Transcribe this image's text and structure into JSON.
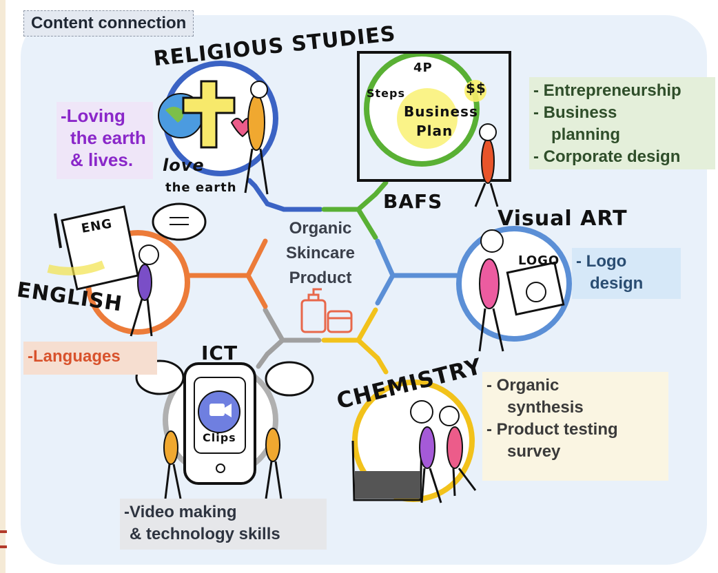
{
  "title": "Content connection",
  "center": {
    "lines": [
      "Organic",
      "Skincare",
      "Product"
    ]
  },
  "subjects": {
    "religious": {
      "label": "RELIGIOUS STUDIES",
      "sketch_text_1": "love",
      "sketch_text_2": "the earth"
    },
    "bafs": {
      "label": "BAFS",
      "sketch_words": [
        "4P",
        "Steps",
        "$$",
        "Business",
        "Plan"
      ]
    },
    "visual_art": {
      "label": "Visual ART",
      "sketch_text": "LOGO"
    },
    "english": {
      "label": "ENGLISH",
      "sketch_text": "ENG"
    },
    "ict": {
      "label": "ICT",
      "sketch_text": "Clips"
    },
    "chemistry": {
      "label": "CHEMISTRY"
    }
  },
  "notes": {
    "religious": [
      "-Loving",
      "the earth",
      "& lives."
    ],
    "bafs": [
      "- Entrepreneurship",
      "- Business",
      "planning",
      "- Corporate design"
    ],
    "visual_art": [
      "- Logo",
      "design"
    ],
    "english": [
      "-Languages"
    ],
    "chemistry": [
      "-   Organic",
      "synthesis",
      "-   Product testing",
      "survey"
    ],
    "ict": [
      "-Video making",
      "& technology skills"
    ]
  },
  "colors": {
    "religious": "#3b63c4",
    "bafs": "#59b034",
    "visual_art": "#5b8fd6",
    "english": "#ec7b39",
    "ict": "#a0a0a0",
    "chemistry": "#f2c21b",
    "center_icon": "#e8674a"
  },
  "icons": [
    "cross-icon",
    "globe-icon",
    "heart-icon",
    "pencil-icon",
    "speech-bubble-icon",
    "video-camera-icon",
    "tablet-icon",
    "beaker-icon",
    "lotion-bottle-icon",
    "cream-jar-icon",
    "stick-figure-icon"
  ]
}
